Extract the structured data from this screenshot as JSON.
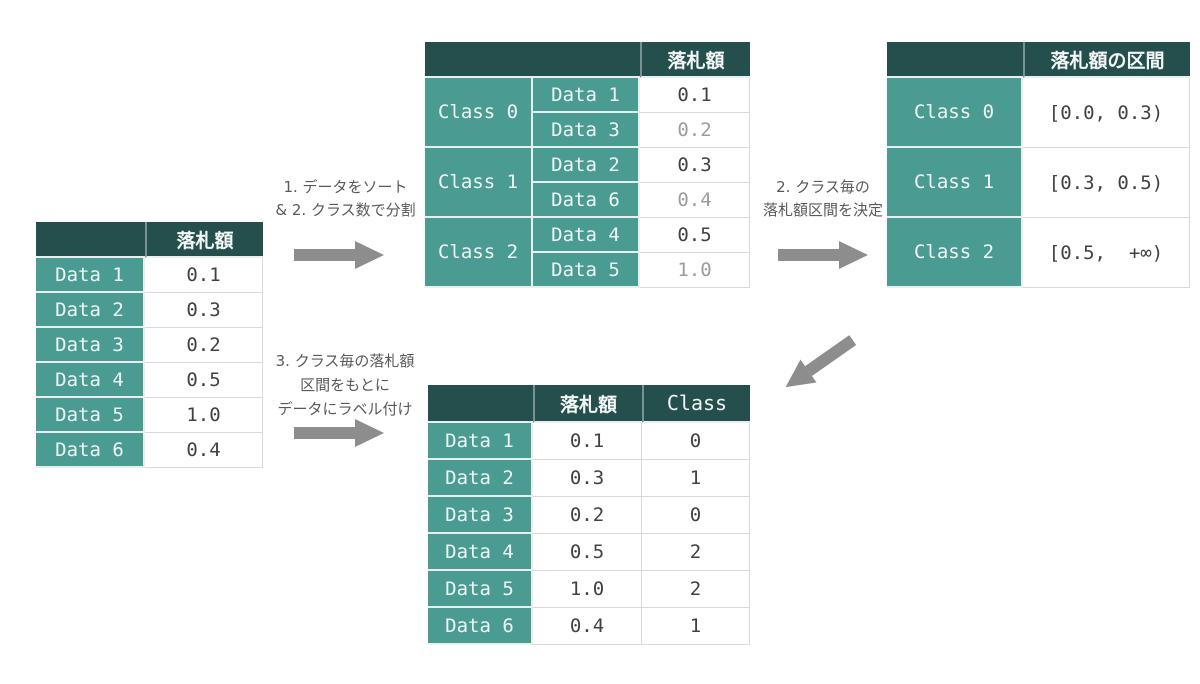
{
  "colors": {
    "header_bg": "#254f4c",
    "label_bg": "#4a9c92",
    "header_text": "#f3f6f6",
    "value_text": "#414141",
    "value_text_muted": "#9c9c9c",
    "annotation_text": "#595959",
    "arrow": "#8d8d8d",
    "cell_border": "#d9d9d9"
  },
  "icons": {
    "arrow_right": "right-arrow",
    "arrow_down_left": "down-left-arrow"
  },
  "tables": {
    "source": {
      "price_header": "落札額",
      "rows": [
        {
          "label": "Data 1",
          "value": "0.1"
        },
        {
          "label": "Data 2",
          "value": "0.3"
        },
        {
          "label": "Data 3",
          "value": "0.2"
        },
        {
          "label": "Data 4",
          "value": "0.5"
        },
        {
          "label": "Data 5",
          "value": "1.0"
        },
        {
          "label": "Data 6",
          "value": "0.4"
        }
      ]
    },
    "sorted": {
      "price_header": "落札額",
      "groups": [
        {
          "class_label": "Class 0",
          "rows": [
            {
              "label": "Data 1",
              "value": "0.1"
            },
            {
              "label": "Data 3",
              "value": "0.2"
            }
          ]
        },
        {
          "class_label": "Class 1",
          "rows": [
            {
              "label": "Data 2",
              "value": "0.3"
            },
            {
              "label": "Data 6",
              "value": "0.4"
            }
          ]
        },
        {
          "class_label": "Class 2",
          "rows": [
            {
              "label": "Data 4",
              "value": "0.5"
            },
            {
              "label": "Data 5",
              "value": "1.0"
            }
          ]
        }
      ]
    },
    "intervals": {
      "header": "落札額の区間",
      "rows": [
        {
          "label": "Class 0",
          "value": "[0.0, 0.3)"
        },
        {
          "label": "Class 1",
          "value": "[0.3, 0.5)"
        },
        {
          "label": "Class 2",
          "value": "[0.5,  +∞)"
        }
      ]
    },
    "labeled": {
      "price_header": "落札額",
      "class_header": "Class",
      "rows": [
        {
          "label": "Data 1",
          "value": "0.1",
          "cls": "0"
        },
        {
          "label": "Data 2",
          "value": "0.3",
          "cls": "1"
        },
        {
          "label": "Data 3",
          "value": "0.2",
          "cls": "0"
        },
        {
          "label": "Data 4",
          "value": "0.5",
          "cls": "2"
        },
        {
          "label": "Data 5",
          "value": "1.0",
          "cls": "2"
        },
        {
          "label": "Data 6",
          "value": "0.4",
          "cls": "1"
        }
      ]
    }
  },
  "annotations": {
    "step12": {
      "line1": "1. データをソート",
      "line2": "& 2. クラス数で分割"
    },
    "step2": {
      "line1": "2. クラス毎の",
      "line2": "落札額区間を決定"
    },
    "step3": {
      "line1": "3. クラス毎の落札額",
      "line2": "区間をもとに",
      "line3": "データにラベル付け"
    }
  }
}
